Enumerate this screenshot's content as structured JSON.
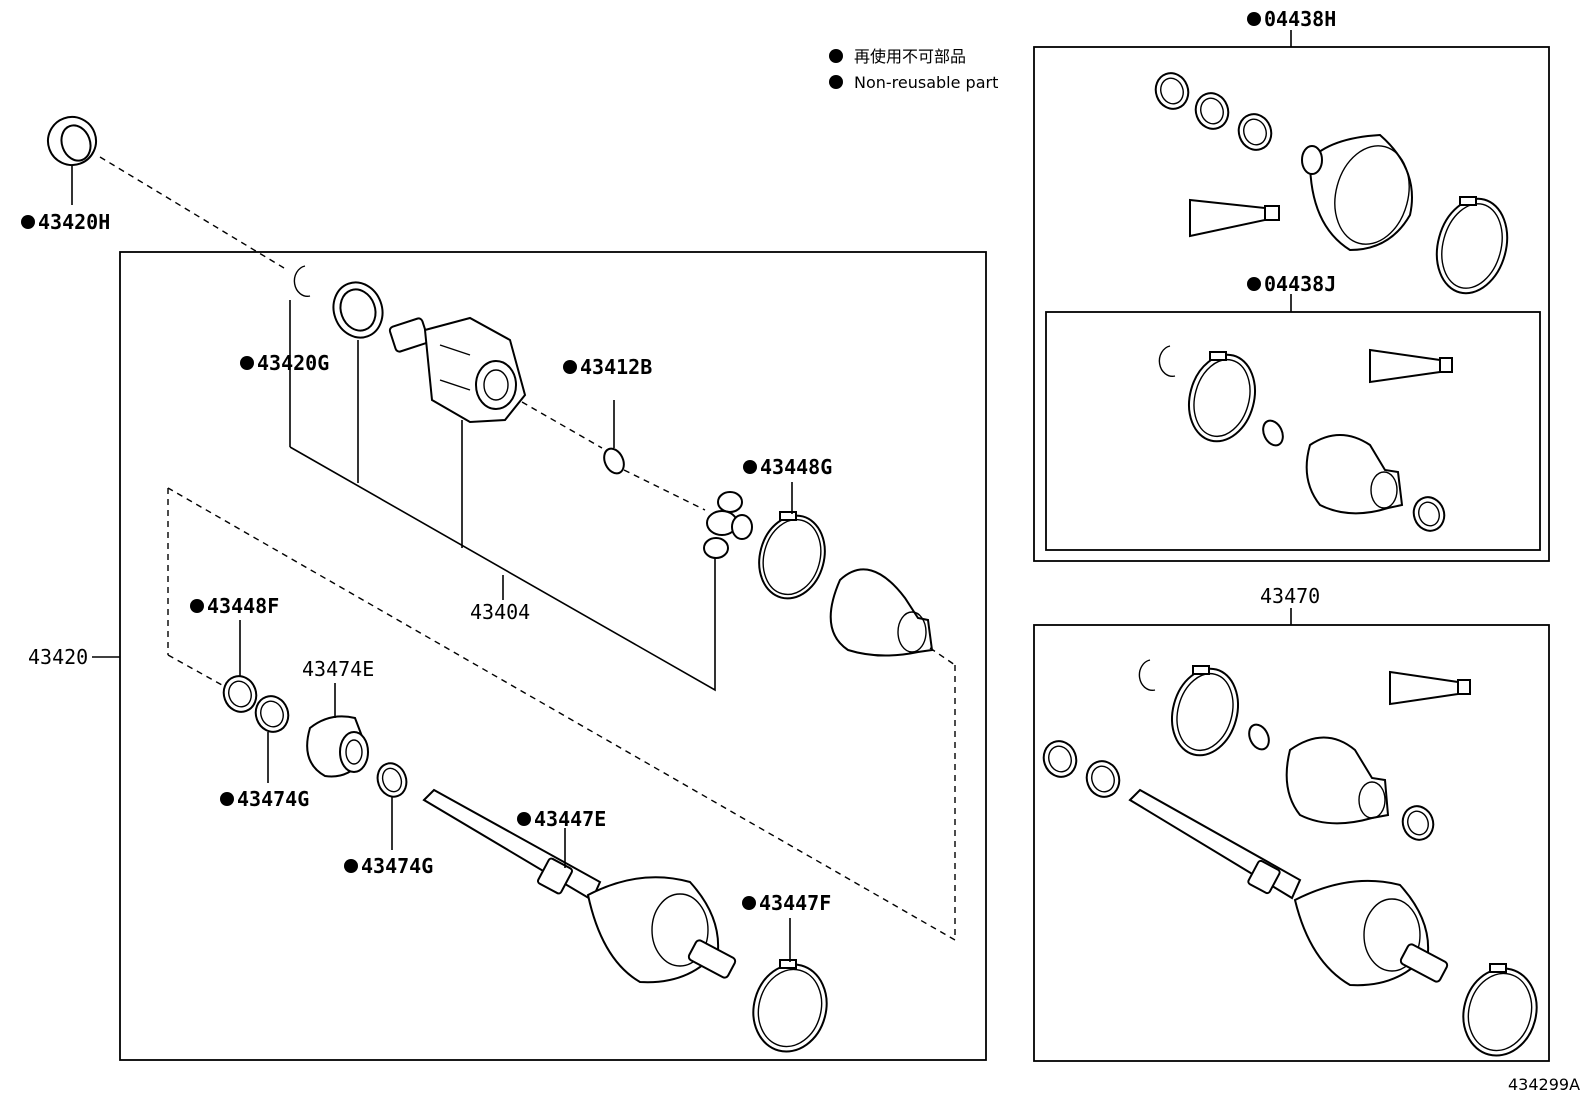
{
  "legend": {
    "jp": "再使用不可部品",
    "en": "Non-reusable part"
  },
  "labels": {
    "p43420H": "43420H",
    "p43420G": "43420G",
    "p43412B": "43412B",
    "p43448G": "43448G",
    "p43404": "43404",
    "p43420": "43420",
    "p43448F": "43448F",
    "p43474E": "43474E",
    "p43474G_a": "43474G",
    "p43474G_b": "43474G",
    "p43447E": "43447E",
    "p43447F": "43447F",
    "p04438H": "04438H",
    "p04438J": "04438J",
    "p43470": "43470"
  },
  "figure_ref": "434299A",
  "icons": {
    "non_reusable_marker": "filled-circle-icon"
  }
}
